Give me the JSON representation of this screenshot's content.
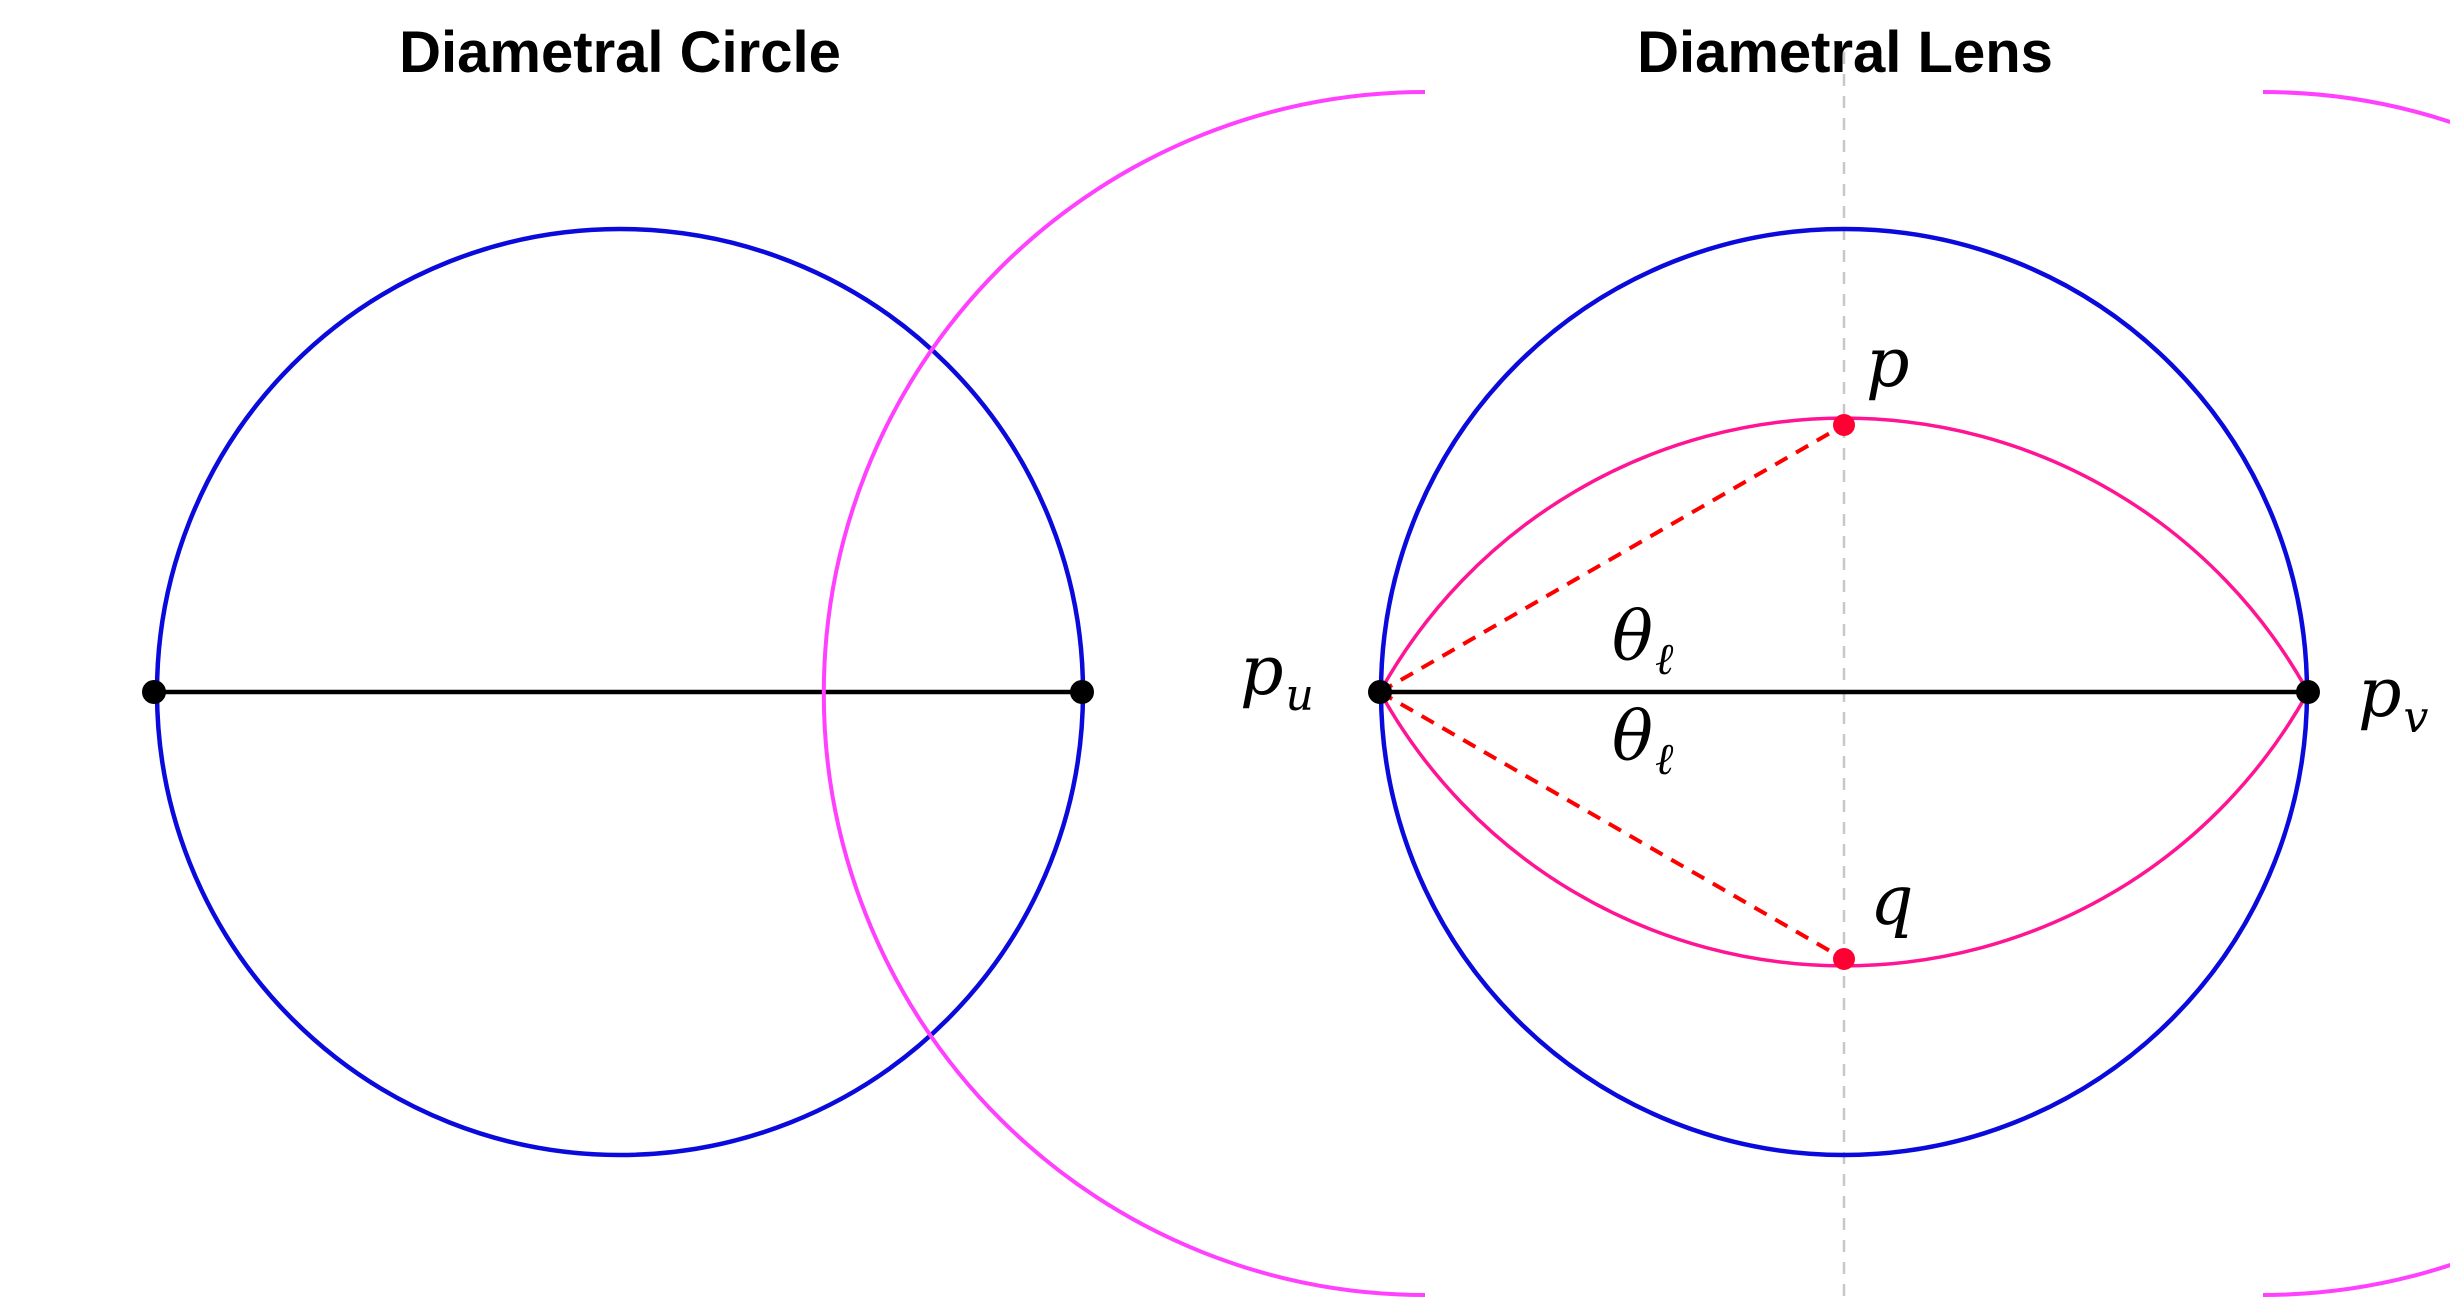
{
  "panels": {
    "left": {
      "title": "Diametral Circle"
    },
    "right": {
      "title": "Diametral Lens"
    }
  },
  "labels": {
    "p_u": {
      "main": "p",
      "sub": "u"
    },
    "p_v": {
      "main": "p",
      "sub": "v"
    },
    "p": "p",
    "q": "q",
    "theta_upper": {
      "main": "θ",
      "sub": "ℓ"
    },
    "theta_lower": {
      "main": "θ",
      "sub": "ℓ"
    }
  },
  "colors": {
    "circle": "#0a0adc",
    "segment": "#000000",
    "lens_arcs": "#ff1493",
    "outer_arcs": "#ff40ff",
    "apex_points": "#ff0033",
    "dashed_rays": "#ff0000",
    "bisector": "#c8c8c8",
    "endpoints": "#000000"
  }
}
